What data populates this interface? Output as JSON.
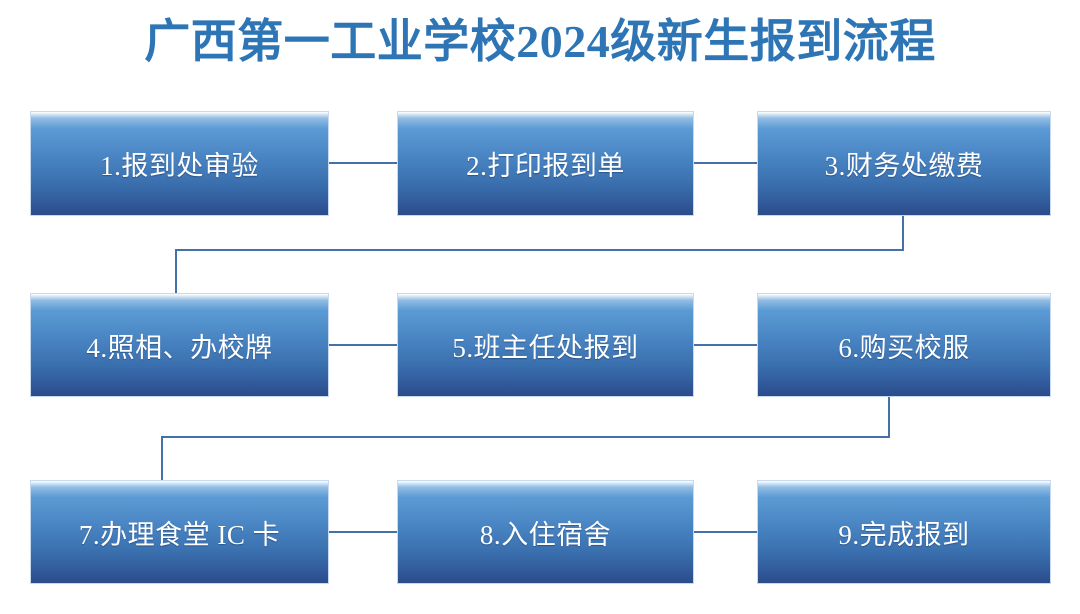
{
  "title": "广西第一工业学校2024级新生报到流程",
  "accent_color": "#2E75B6",
  "box_gradient_top": "#5B9BD5",
  "box_gradient_bottom": "#2F5597",
  "connector_color": "#4472A8",
  "chart_data": {
    "type": "diagram",
    "diagram_kind": "flowchart",
    "title": "广西第一工业学校2024级新生报到流程",
    "flow_direction": "serpentine (left-to-right, then wrap down-left)",
    "nodes": [
      {
        "id": 1,
        "label": "1.报到处审验",
        "row": 1,
        "col": 1
      },
      {
        "id": 2,
        "label": "2.打印报到单",
        "row": 1,
        "col": 2
      },
      {
        "id": 3,
        "label": "3.财务处缴费",
        "row": 1,
        "col": 3
      },
      {
        "id": 4,
        "label": "4.照相、办校牌",
        "row": 2,
        "col": 1
      },
      {
        "id": 5,
        "label": "5.班主任处报到",
        "row": 2,
        "col": 2
      },
      {
        "id": 6,
        "label": "6.购买校服",
        "row": 2,
        "col": 3
      },
      {
        "id": 7,
        "label": "7.办理食堂 IC 卡",
        "row": 3,
        "col": 1
      },
      {
        "id": 8,
        "label": "8.入住宿舍",
        "row": 3,
        "col": 2
      },
      {
        "id": 9,
        "label": "9.完成报到",
        "row": 3,
        "col": 3
      }
    ],
    "edges": [
      {
        "from": 1,
        "to": 2,
        "kind": "horizontal"
      },
      {
        "from": 2,
        "to": 3,
        "kind": "horizontal"
      },
      {
        "from": 3,
        "to": 4,
        "kind": "elbow-wrap"
      },
      {
        "from": 4,
        "to": 5,
        "kind": "horizontal"
      },
      {
        "from": 5,
        "to": 6,
        "kind": "horizontal"
      },
      {
        "from": 6,
        "to": 7,
        "kind": "elbow-wrap"
      },
      {
        "from": 7,
        "to": 8,
        "kind": "horizontal"
      },
      {
        "from": 8,
        "to": 9,
        "kind": "horizontal"
      }
    ]
  },
  "nodes": {
    "n1": "1.报到处审验",
    "n2": "2.打印报到单",
    "n3": "3.财务处缴费",
    "n4": "4.照相、办校牌",
    "n5": "5.班主任处报到",
    "n6": "6.购买校服",
    "n7": "7.办理食堂 IC 卡",
    "n8": "8.入住宿舍",
    "n9": "9.完成报到"
  }
}
